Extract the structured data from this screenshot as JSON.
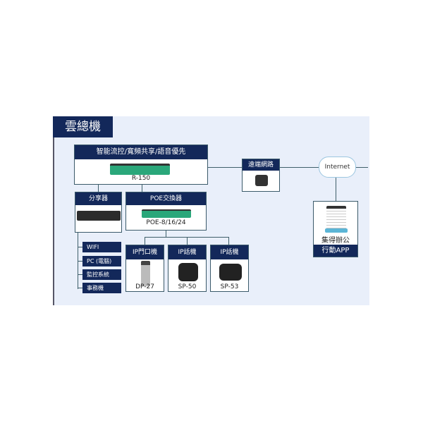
{
  "title": "雲總機",
  "router": {
    "header": "智能流控/寬頻共享/語音優先",
    "model": "R-150"
  },
  "sharer": {
    "header": "分享器"
  },
  "poe": {
    "header": "POE交換器",
    "model": "POE-8/16/24"
  },
  "side_items": [
    "WIFI",
    "PC (電腦)",
    "監控系統",
    "事務機"
  ],
  "devices": [
    {
      "header": "IP門口機",
      "model": "DP-27"
    },
    {
      "header": "IP話機",
      "model": "SP-50"
    },
    {
      "header": "IP話機",
      "model": "SP-53"
    }
  ],
  "remote": {
    "header": "遠端網路"
  },
  "internet": "Internet",
  "app": {
    "name": "集得辦公",
    "footer": "行動APP"
  },
  "colors": {
    "navy": "#13285a",
    "green": "#2aa77a",
    "panel": "#e9effa"
  }
}
